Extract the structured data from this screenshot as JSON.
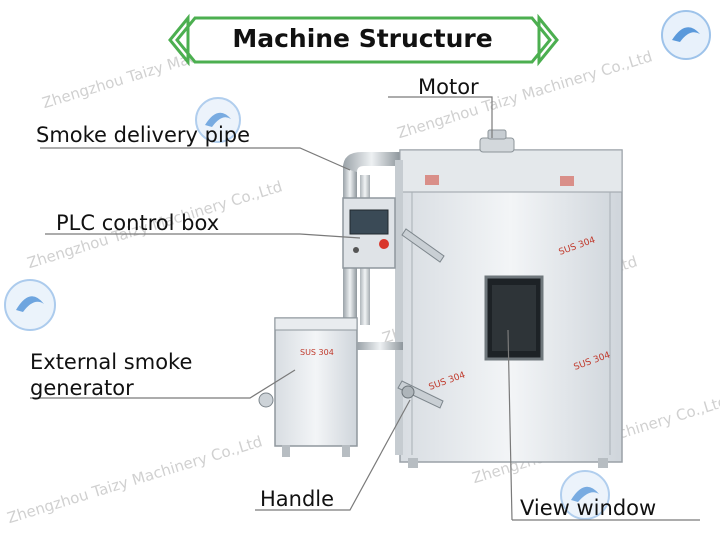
{
  "title": "Machine Structure",
  "labels": {
    "motor": "Motor",
    "smoke_pipe": "Smoke delivery pipe",
    "plc": "PLC control box",
    "smoke_gen_line1": "External smoke",
    "smoke_gen_line2": "generator",
    "handle": "Handle",
    "view_window": "View window"
  },
  "watermark": "Zhengzhou Taizy Machinery Co.,Ltd",
  "stamp_text": "SUS 304",
  "colors": {
    "banner_green": "#4caf50",
    "leader_gray": "#7a7a7a",
    "steel": "#e6e9ec",
    "logo_blue": "#2b7bd0"
  }
}
